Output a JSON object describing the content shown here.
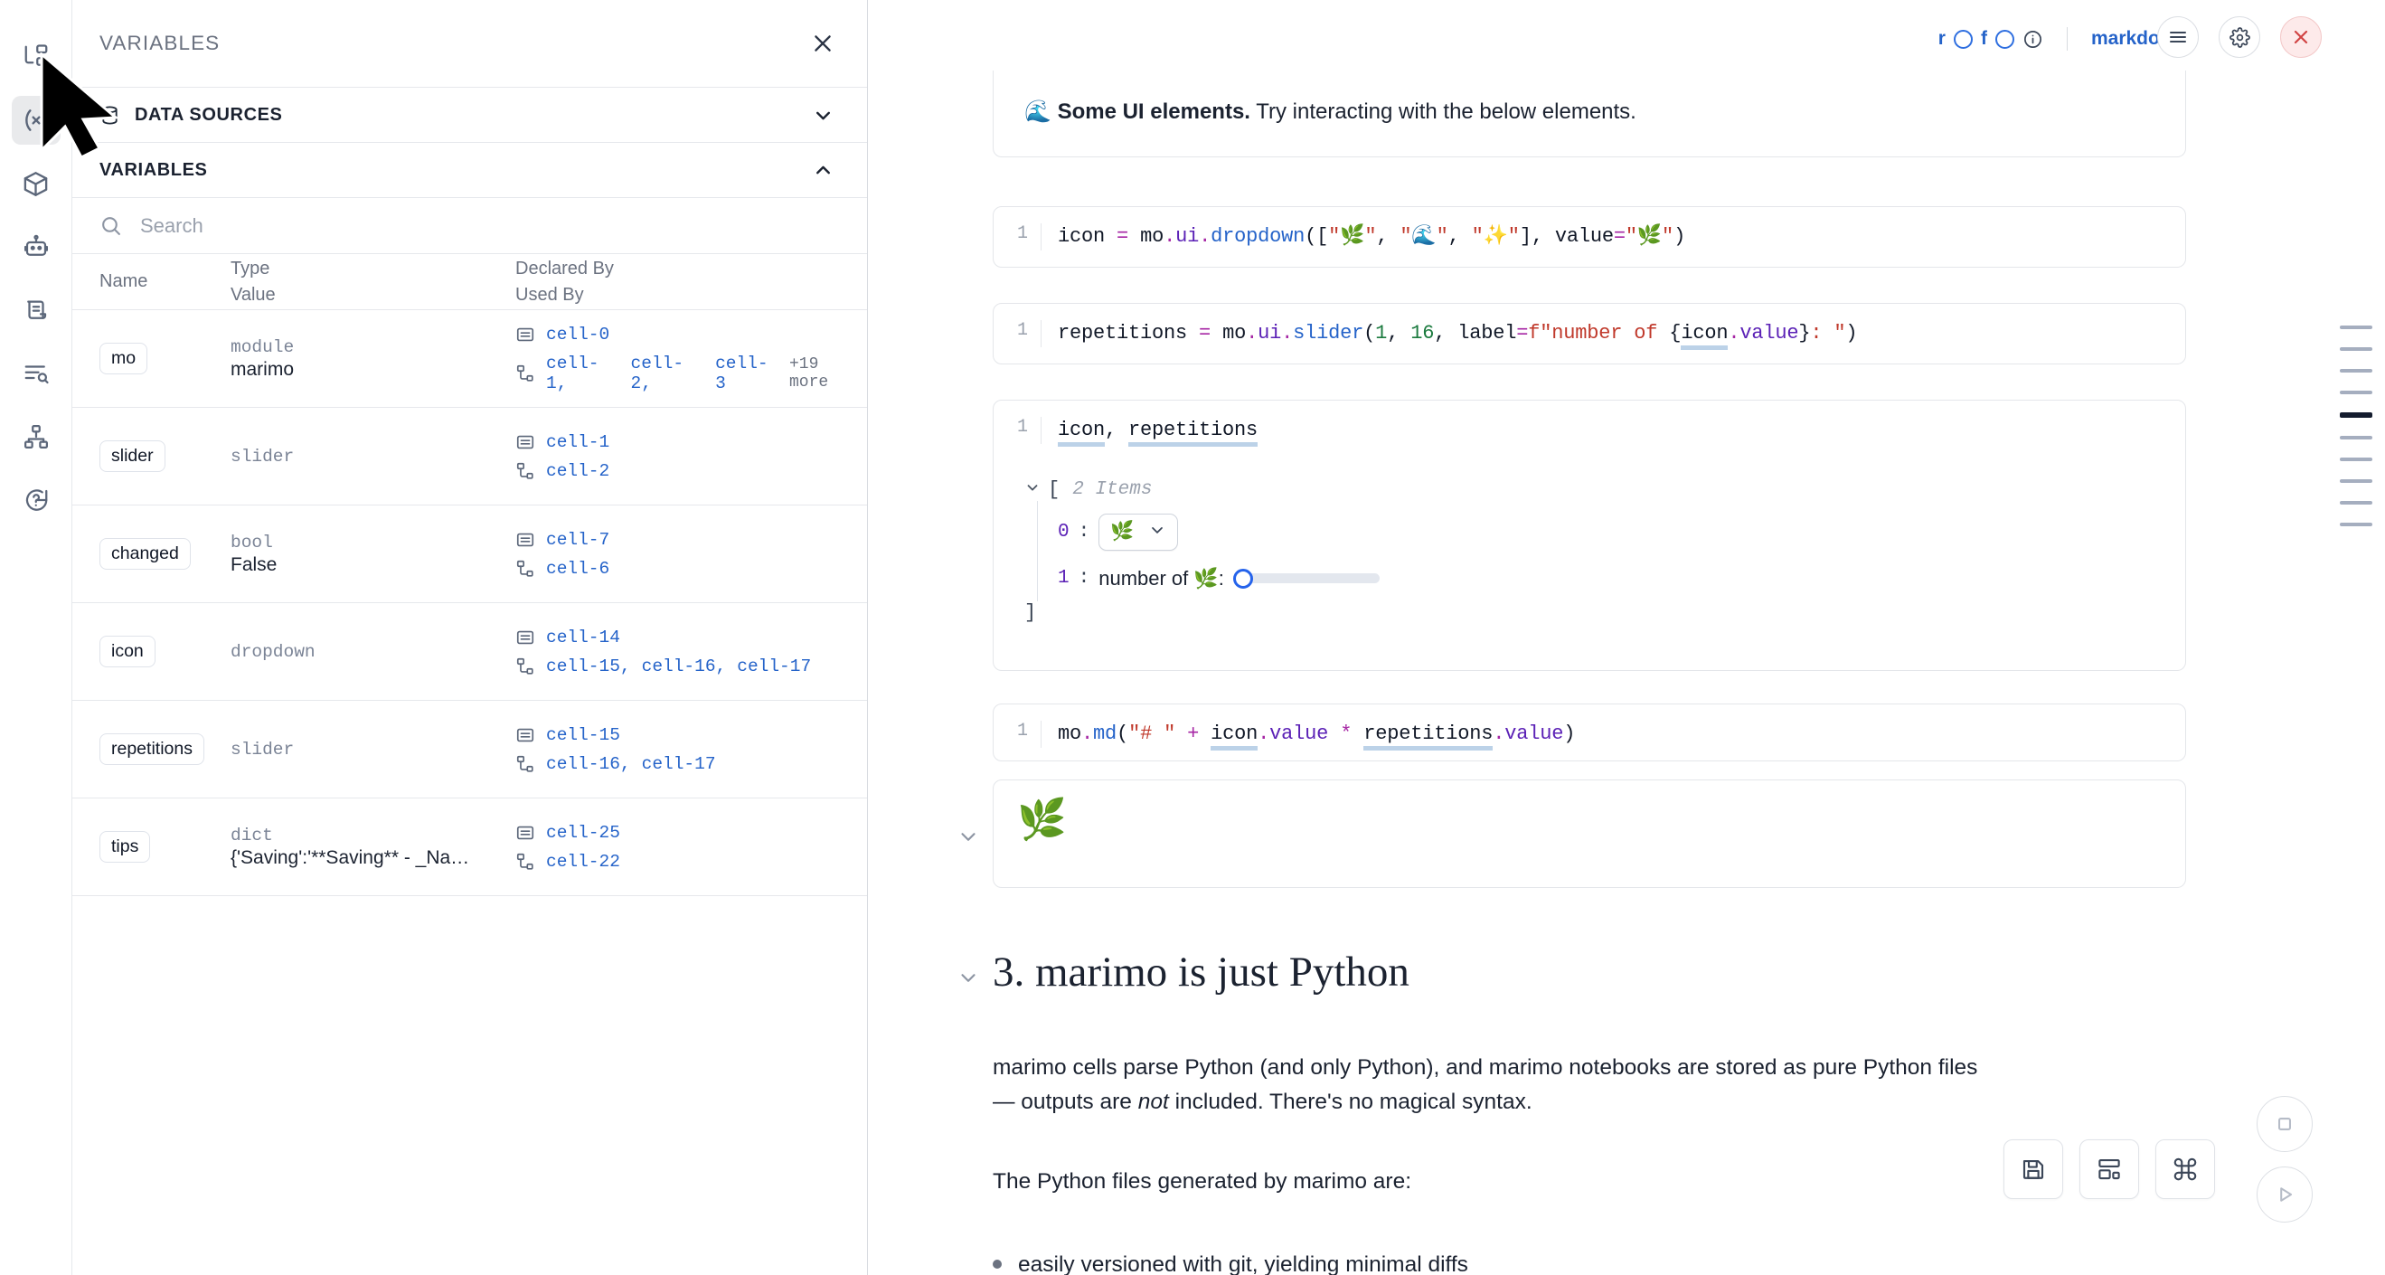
{
  "activity_bar": {
    "items": [
      {
        "name": "file-tree-icon",
        "label": "File explorer"
      },
      {
        "name": "variables-icon",
        "label": "Variables",
        "active": true
      },
      {
        "name": "package-icon",
        "label": "Packages"
      },
      {
        "name": "robot-icon",
        "label": "AI assistant"
      },
      {
        "name": "documentation-icon",
        "label": "Documentation"
      },
      {
        "name": "logs-icon",
        "label": "Logs"
      },
      {
        "name": "dependency-graph-icon",
        "label": "Dependency graph"
      },
      {
        "name": "help-icon",
        "label": "Help"
      }
    ]
  },
  "panel": {
    "title": "VARIABLES",
    "close_label": "✕",
    "sections": [
      {
        "label": "DATA SOURCES",
        "expanded": false,
        "chevron": "down"
      },
      {
        "label": "VARIABLES",
        "expanded": true,
        "chevron": "up"
      }
    ],
    "search": {
      "placeholder": "Search",
      "value": ""
    },
    "table": {
      "columns": {
        "name": "Name",
        "type": "Type",
        "value": "Value",
        "declared_by": "Declared By",
        "used_by": "Used By"
      },
      "rows": [
        {
          "name": "mo",
          "type": "module",
          "value": "marimo",
          "declared_by": [
            "cell-0"
          ],
          "used_by": [
            "cell-1",
            "cell-2",
            "cell-3"
          ],
          "used_by_more": "+19 more"
        },
        {
          "name": "slider",
          "type": "slider",
          "value": "",
          "declared_by": [
            "cell-1"
          ],
          "used_by": [
            "cell-2"
          ],
          "used_by_more": ""
        },
        {
          "name": "changed",
          "type": "bool",
          "value": "False",
          "declared_by": [
            "cell-7"
          ],
          "used_by": [
            "cell-6"
          ],
          "used_by_more": ""
        },
        {
          "name": "icon",
          "type": "dropdown",
          "value": "",
          "declared_by": [
            "cell-14"
          ],
          "used_by": [
            "cell-15",
            "cell-16",
            "cell-17"
          ],
          "used_by_more": ""
        },
        {
          "name": "repetitions",
          "type": "slider",
          "value": "",
          "declared_by": [
            "cell-15"
          ],
          "used_by": [
            "cell-16",
            "cell-17"
          ],
          "used_by_more": ""
        },
        {
          "name": "tips",
          "type": "dict",
          "value": "{'Saving':'**Saving** - _Na…",
          "declared_by": [
            "cell-25"
          ],
          "used_by": [
            "cell-22"
          ],
          "used_by_more": ""
        }
      ]
    }
  },
  "notebook": {
    "top_partial_line": "   \"\"\"🌊 Some UI elements.\"\"\" Try interacting with the below elements.",
    "top_partial_lineno": "1",
    "cell_toolbar": {
      "toggle_r": "r",
      "toggle_f": "f",
      "info_icon": "info-icon",
      "language": "markdown",
      "menu_icon": "hamburger-menu-icon",
      "settings_icon": "gear-icon",
      "close_icon": "close-icon"
    },
    "markdown_cell": {
      "emoji": "🌊",
      "bold_text": "Some UI elements.",
      "rest_text": " Try interacting with the below elements."
    },
    "code_cells": [
      {
        "lineno": "1",
        "tokens": [
          {
            "t": "icon",
            "c": "k-var",
            "u": false
          },
          {
            "t": " ",
            "c": "k-var"
          },
          {
            "t": "=",
            "c": "k-op"
          },
          {
            "t": " ",
            "c": "k-var"
          },
          {
            "t": "mo",
            "c": "k-mod"
          },
          {
            "t": ".",
            "c": "k-dot"
          },
          {
            "t": "ui",
            "c": "k-attr"
          },
          {
            "t": ".",
            "c": "k-dot"
          },
          {
            "t": "dropdown",
            "c": "k-fn"
          },
          {
            "t": "([",
            "c": "k-var"
          },
          {
            "t": "\"🌿\"",
            "c": "k-str"
          },
          {
            "t": ", ",
            "c": "k-var"
          },
          {
            "t": "\"🌊\"",
            "c": "k-str"
          },
          {
            "t": ", ",
            "c": "k-var"
          },
          {
            "t": "\"✨\"",
            "c": "k-str"
          },
          {
            "t": "], ",
            "c": "k-var"
          },
          {
            "t": "value",
            "c": "k-var"
          },
          {
            "t": "=",
            "c": "k-op"
          },
          {
            "t": "\"🌿\"",
            "c": "k-str"
          },
          {
            "t": ")",
            "c": "k-var"
          }
        ]
      },
      {
        "lineno": "1",
        "tokens": [
          {
            "t": "repetitions",
            "c": "k-var"
          },
          {
            "t": " ",
            "c": "k-var"
          },
          {
            "t": "=",
            "c": "k-op"
          },
          {
            "t": " ",
            "c": "k-var"
          },
          {
            "t": "mo",
            "c": "k-mod"
          },
          {
            "t": ".",
            "c": "k-dot"
          },
          {
            "t": "ui",
            "c": "k-attr"
          },
          {
            "t": ".",
            "c": "k-dot"
          },
          {
            "t": "slider",
            "c": "k-fn"
          },
          {
            "t": "(",
            "c": "k-var"
          },
          {
            "t": "1",
            "c": "k-num"
          },
          {
            "t": ", ",
            "c": "k-var"
          },
          {
            "t": "16",
            "c": "k-num"
          },
          {
            "t": ", ",
            "c": "k-var"
          },
          {
            "t": "label",
            "c": "k-var"
          },
          {
            "t": "=",
            "c": "k-op"
          },
          {
            "t": "f\"number of ",
            "c": "k-str"
          },
          {
            "t": "{",
            "c": "k-var"
          },
          {
            "t": "icon",
            "c": "k-var",
            "u": true
          },
          {
            "t": ".",
            "c": "k-dot"
          },
          {
            "t": "value",
            "c": "k-attr"
          },
          {
            "t": "}",
            "c": "k-var"
          },
          {
            "t": ": \"",
            "c": "k-str"
          },
          {
            "t": ")",
            "c": "k-var"
          }
        ]
      },
      {
        "lineno": "1",
        "tokens": [
          {
            "t": "icon",
            "c": "k-var",
            "u": true
          },
          {
            "t": ", ",
            "c": "k-var"
          },
          {
            "t": "repetitions",
            "c": "k-var",
            "u": true
          }
        ]
      },
      {
        "lineno": "1",
        "tokens": [
          {
            "t": "mo",
            "c": "k-mod"
          },
          {
            "t": ".",
            "c": "k-dot"
          },
          {
            "t": "md",
            "c": "k-fn"
          },
          {
            "t": "(",
            "c": "k-var"
          },
          {
            "t": "\"# \"",
            "c": "k-str"
          },
          {
            "t": " ",
            "c": "k-var"
          },
          {
            "t": "+",
            "c": "k-op"
          },
          {
            "t": " ",
            "c": "k-var"
          },
          {
            "t": "icon",
            "c": "k-var",
            "u": true
          },
          {
            "t": ".",
            "c": "k-dot"
          },
          {
            "t": "value",
            "c": "k-attr"
          },
          {
            "t": " ",
            "c": "k-var"
          },
          {
            "t": "*",
            "c": "k-op"
          },
          {
            "t": " ",
            "c": "k-var"
          },
          {
            "t": "repetitions",
            "c": "k-var",
            "u": true
          },
          {
            "t": ".",
            "c": "k-dot"
          },
          {
            "t": "value",
            "c": "k-attr"
          },
          {
            "t": ")",
            "c": "k-var"
          }
        ]
      }
    ],
    "list_output": {
      "caret": "⌄",
      "open_bracket": "[",
      "items_label": "2 Items",
      "close_bracket": "]",
      "item0_index": "0",
      "item0_value_emoji": "🌿",
      "item1_index": "1",
      "item1_label": "number of 🌿:",
      "item1_slider_value": "1"
    },
    "md_output_emoji": "🌿",
    "section": {
      "heading": "3. marimo is just Python",
      "para1_a": "marimo cells parse Python (and only Python), and marimo notebooks are stored as pure Python files ",
      "para1_b": "— outputs are ",
      "para1_i": "not",
      "para1_c": " included. There's no magical syntax.",
      "para2": "The Python files generated by marimo are:",
      "bullet1": "easily versioned with git, yielding minimal diffs"
    },
    "minimap": {
      "marks": 10,
      "active_index": 4
    },
    "float_buttons": [
      {
        "name": "save-button",
        "icon": "save-icon"
      },
      {
        "name": "layout-button",
        "icon": "layout-icon"
      },
      {
        "name": "command-palette-button",
        "icon": "command-icon"
      }
    ],
    "run_controls": [
      {
        "name": "stop-button",
        "icon": "stop-square-icon"
      },
      {
        "name": "run-button",
        "icon": "play-triangle-icon"
      }
    ]
  },
  "colors": {
    "accent_blue": "#2563c9",
    "link_blue": "#2563eb",
    "danger_red": "#d14343",
    "text_dark": "#1b2230",
    "muted": "#6b7280",
    "border": "#e6e8ec"
  }
}
